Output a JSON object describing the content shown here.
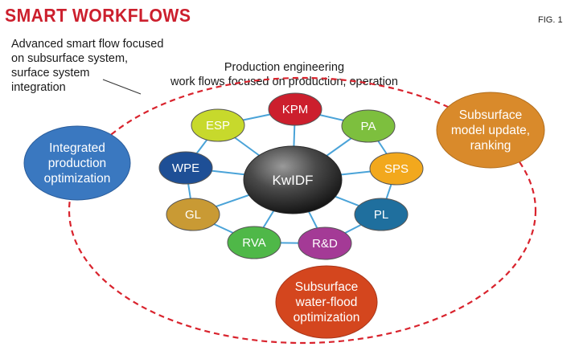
{
  "header": {
    "title": "SMART WORKFLOWS",
    "fig": "FIG. 1"
  },
  "notes": {
    "advanced": [
      "Advanced smart flow focused",
      "on subsurface system,",
      "surface system",
      "integration"
    ],
    "production": [
      "Production engineering",
      "work flows focused on production, operation"
    ]
  },
  "hub": {
    "label": "KwIDF"
  },
  "nodes": [
    {
      "label": "KPM",
      "color": "#cc1f2d"
    },
    {
      "label": "PA",
      "color": "#7dbf3e"
    },
    {
      "label": "SPS",
      "color": "#f2a81d"
    },
    {
      "label": "PL",
      "color": "#1f6f9e"
    },
    {
      "label": "R&D",
      "color": "#a43a96"
    },
    {
      "label": "RVA",
      "color": "#4fb848"
    },
    {
      "label": "GL",
      "color": "#c99a34"
    },
    {
      "label": "WPE",
      "color": "#1e4f96"
    },
    {
      "label": "ESP",
      "color": "#c7d92c"
    }
  ],
  "outer": {
    "integrated": {
      "lines": [
        "Integrated",
        "production",
        "optimization"
      ],
      "color": "#3a78c0"
    },
    "subsurface_model": {
      "lines": [
        "Subsurface",
        "model update,",
        "ranking"
      ],
      "color": "#d98a2b"
    },
    "waterflood": {
      "lines": [
        "Subsurface",
        "water-flood",
        "optimization"
      ],
      "color": "#d4461e"
    }
  },
  "colors": {
    "dashed_ring": "#d9232d",
    "spokes": "#4aa3d8",
    "title": "#cc1f2d"
  }
}
